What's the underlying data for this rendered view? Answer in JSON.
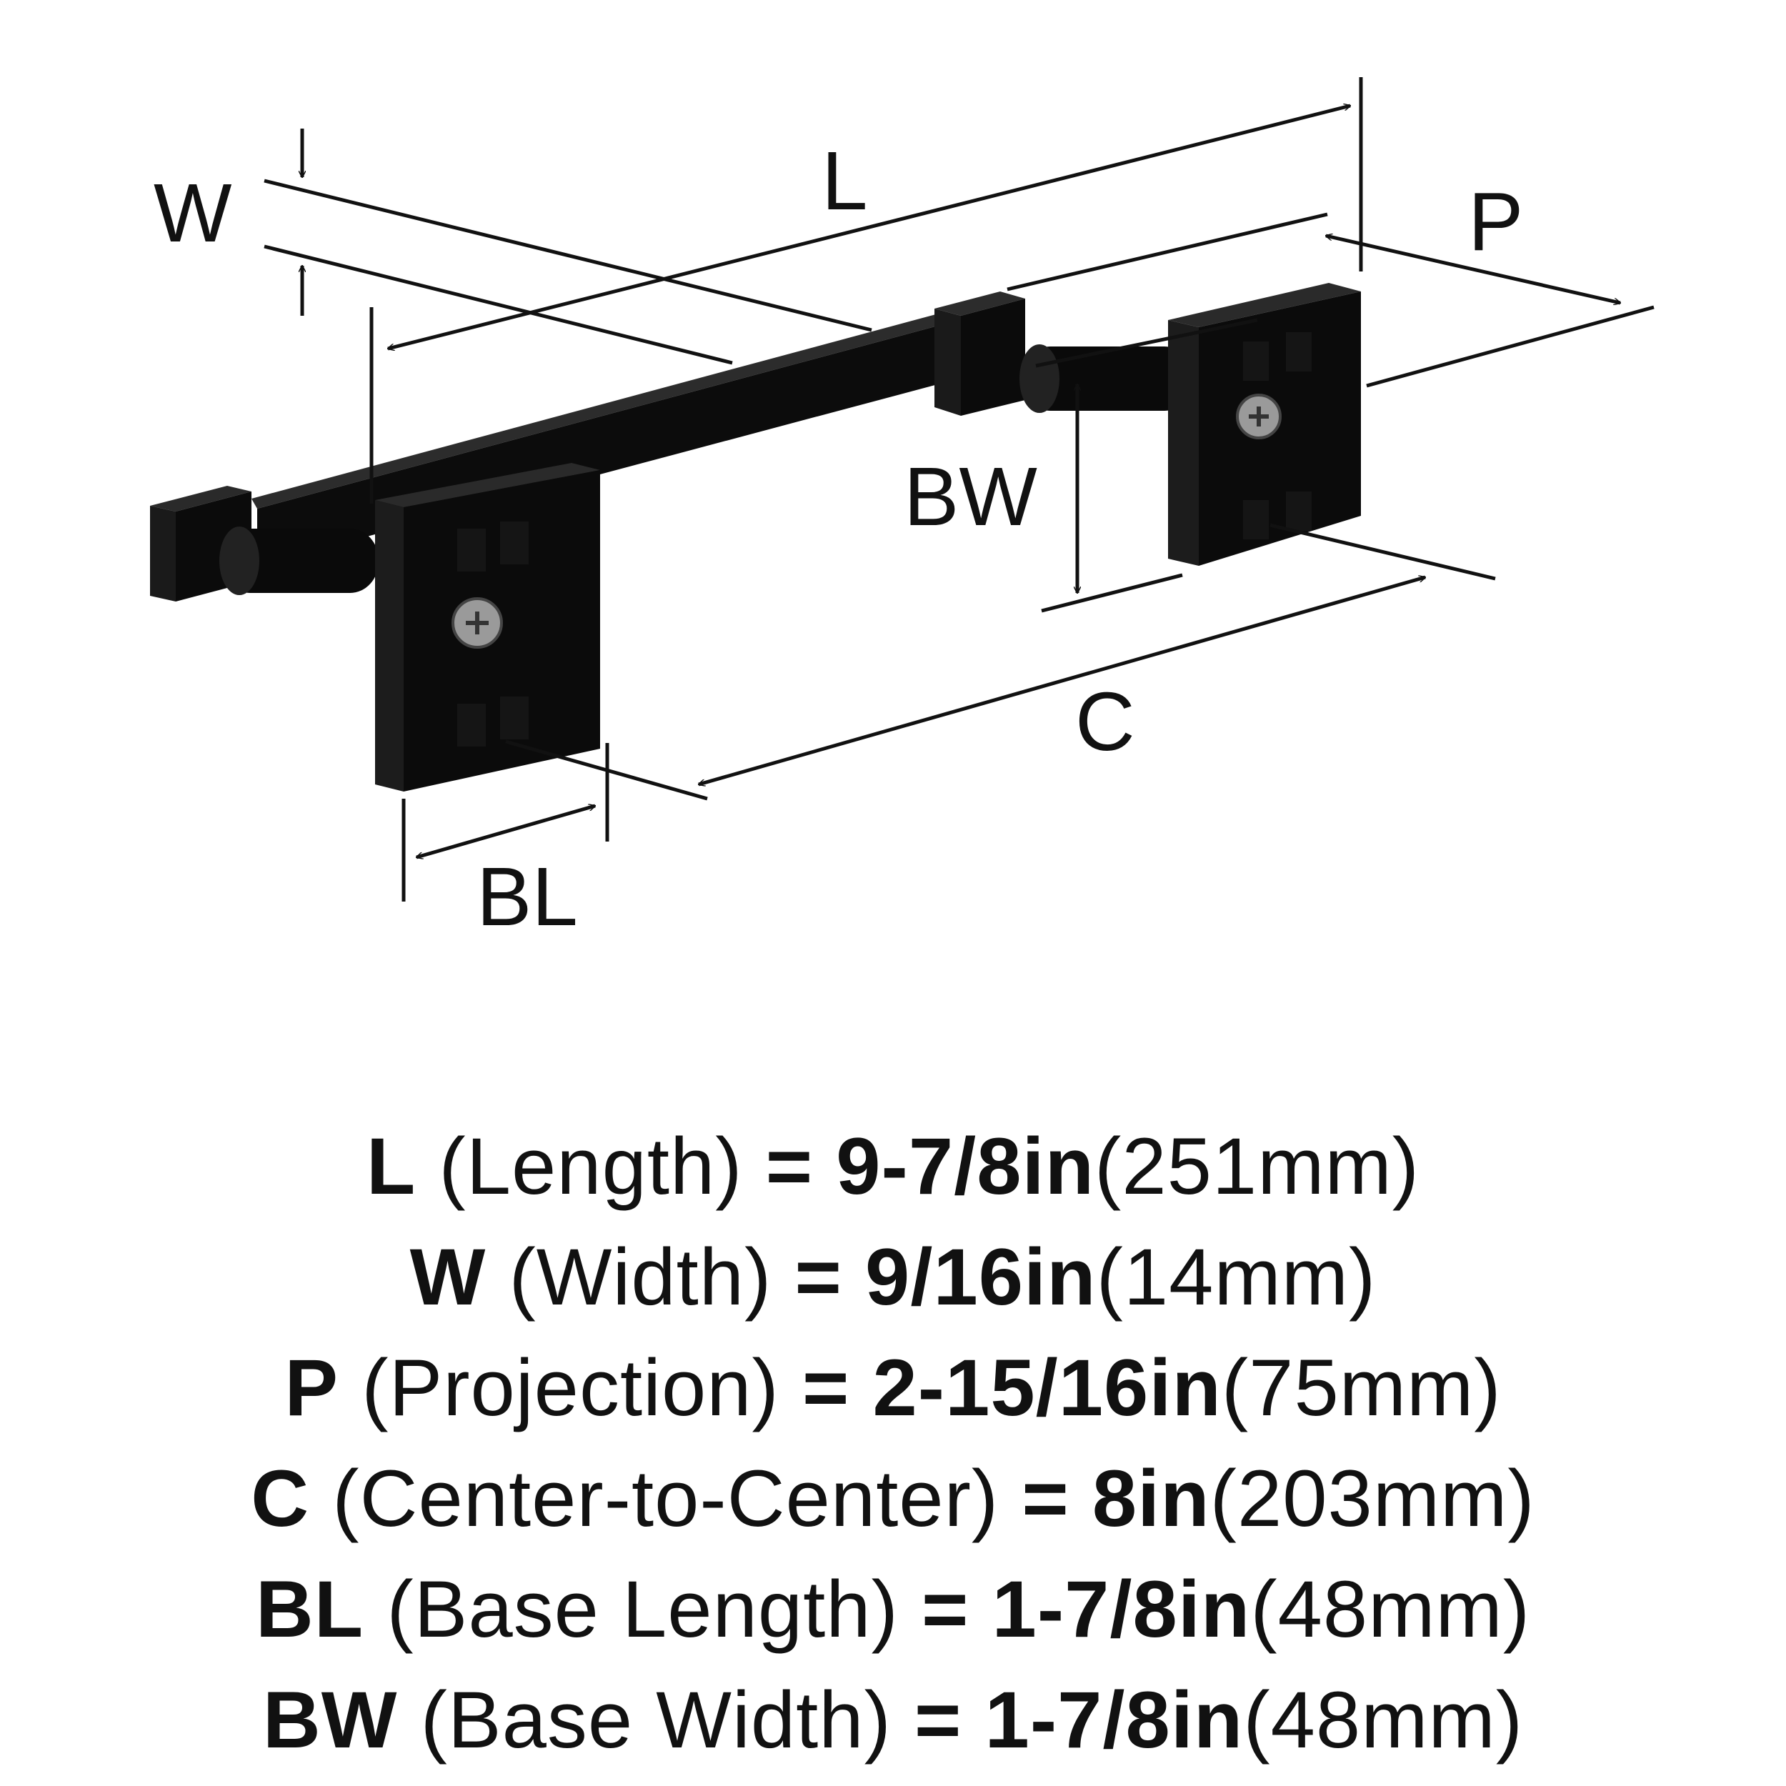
{
  "diagram": {
    "labels": {
      "L": "L",
      "W": "W",
      "P": "P",
      "BW": "BW",
      "C": "C",
      "BL": "BL"
    },
    "colors": {
      "finish": "#0b0b0b",
      "screw": "#9a9a9a",
      "line": "#111111"
    }
  },
  "specs": [
    {
      "sym": "L",
      "name": "(Length)",
      "eq": "=",
      "imp": "9-7/8in",
      "met": "(251mm)"
    },
    {
      "sym": "W",
      "name": "(Width)",
      "eq": "=",
      "imp": "9/16in",
      "met": "(14mm)"
    },
    {
      "sym": "P",
      "name": "(Projection)",
      "eq": "=",
      "imp": "2-15/16in",
      "met": "(75mm)"
    },
    {
      "sym": "C",
      "name": "(Center-to-Center)",
      "eq": "=",
      "imp": "8in",
      "met": "(203mm)"
    },
    {
      "sym": "BL",
      "name": "(Base Length)",
      "eq": "=",
      "imp": "1-7/8in",
      "met": "(48mm)"
    },
    {
      "sym": "BW",
      "name": "(Base Width)",
      "eq": "=",
      "imp": "1-7/8in",
      "met": "(48mm)"
    }
  ]
}
